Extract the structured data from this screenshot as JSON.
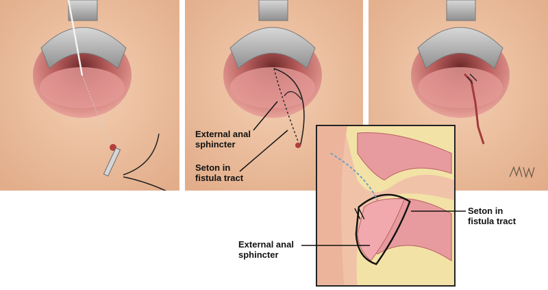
{
  "labels": {
    "panel2_sphincter": "External anal\nsphincter",
    "panel2_seton": "Seton in\nfistula tract",
    "inset_seton": "Seton in\nfistula tract",
    "inset_sphincter": "External anal\nsphincter"
  },
  "signature": "MW",
  "colors": {
    "skin": "#eebf9c",
    "mucosa": "#d98686",
    "retractor": "#b8b8b8",
    "suture": "#222222",
    "muscle": "#e79b9e",
    "fat": "#f3e2a6"
  }
}
